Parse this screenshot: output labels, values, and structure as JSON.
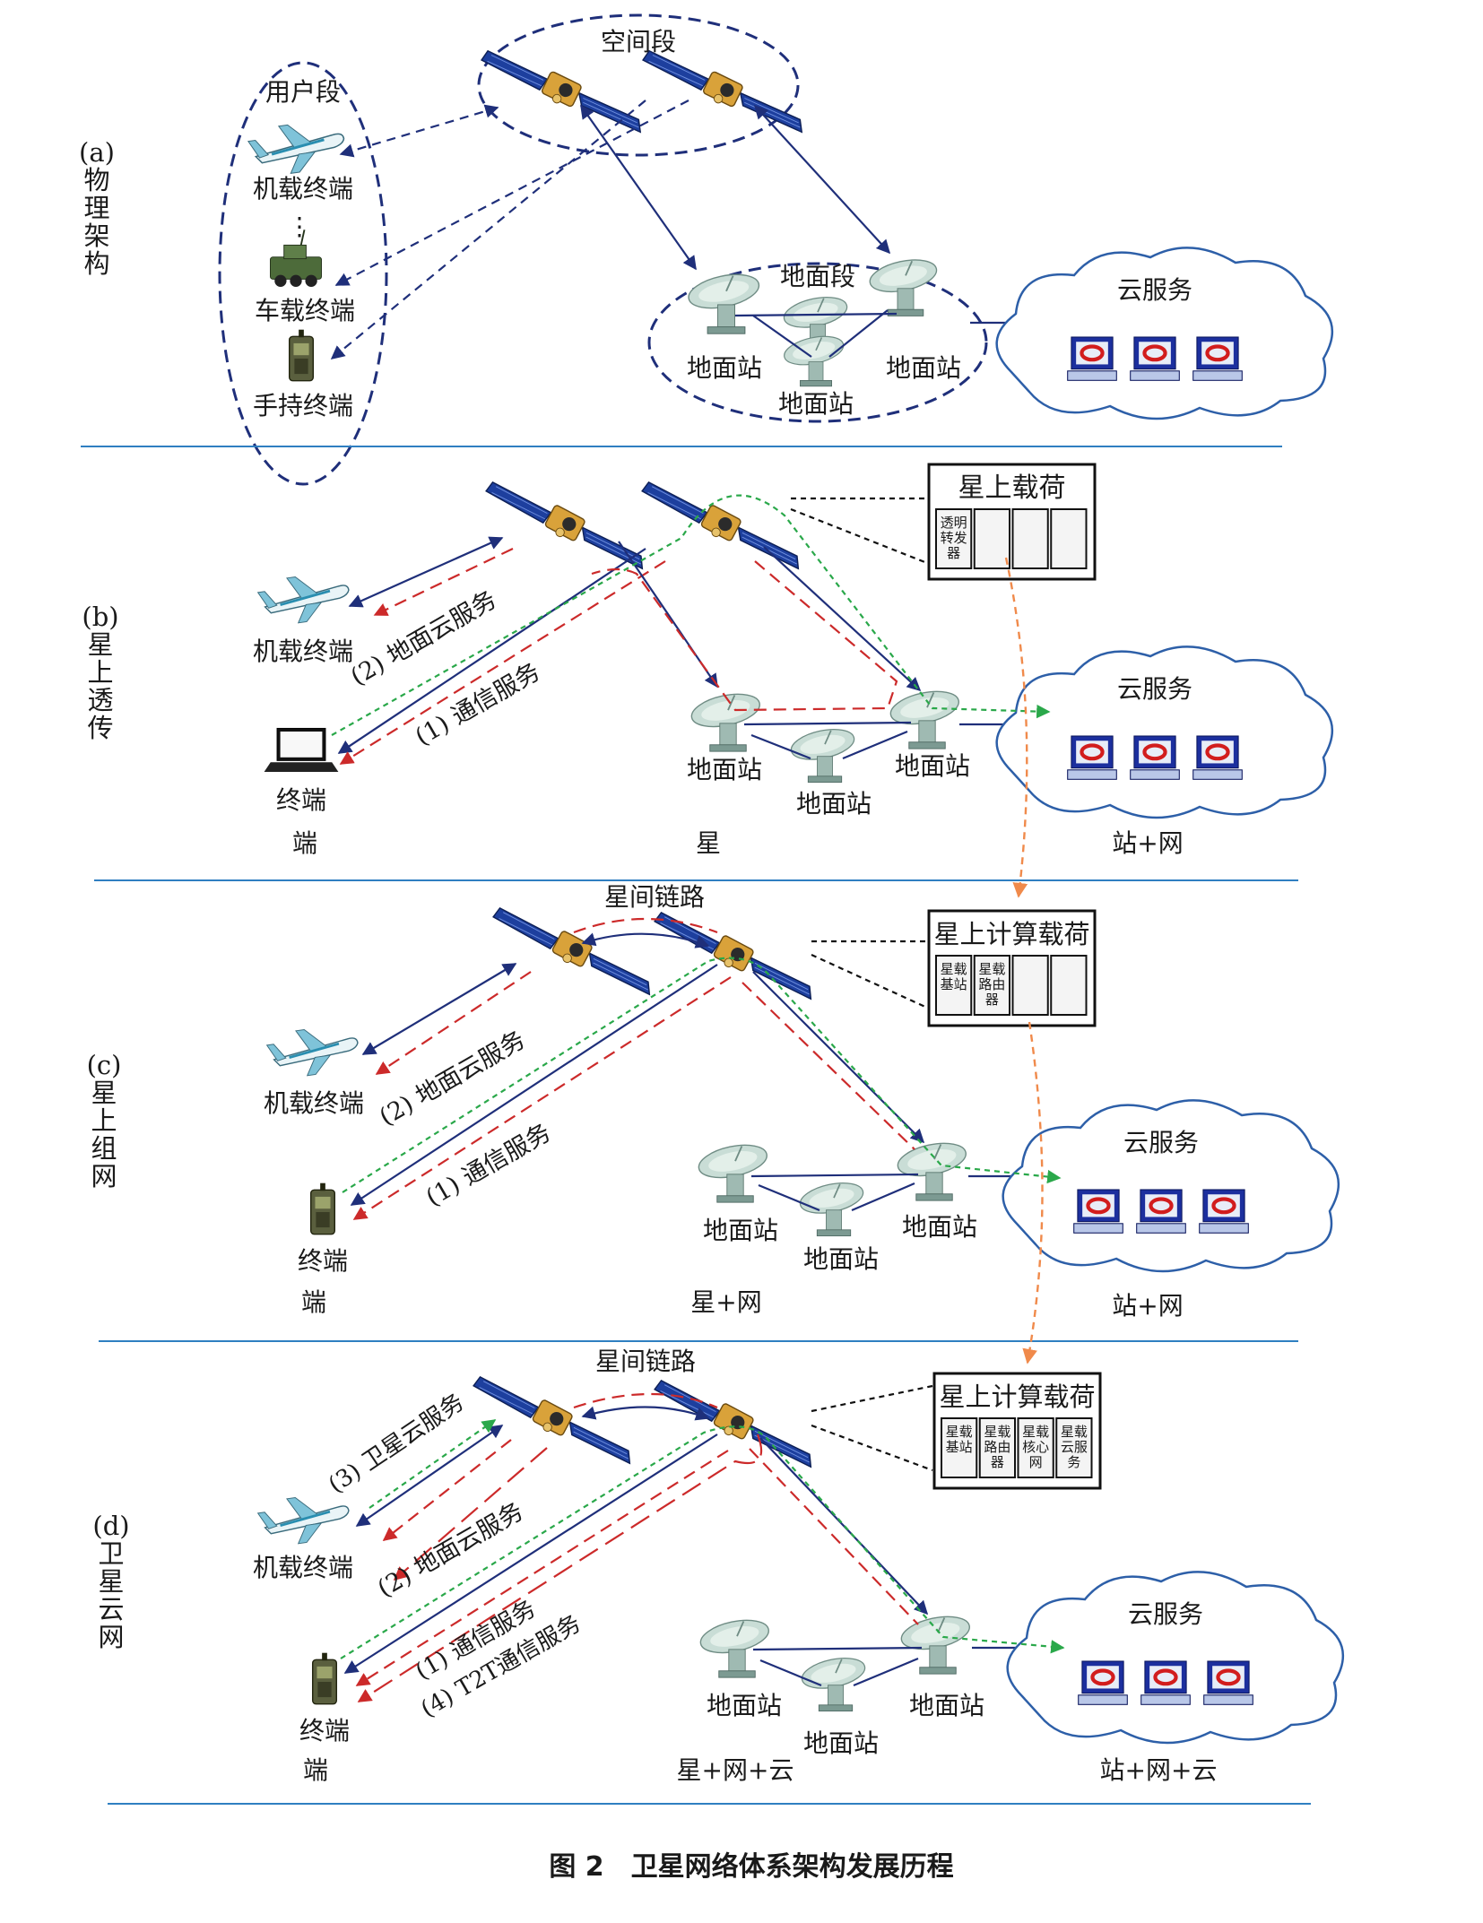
{
  "caption": "图 2　卫星网络体系架构发展历程",
  "colors": {
    "solid_link": "#1f2f7a",
    "comm_service": "#cc2a2a",
    "cloud_service": "#2aa84a",
    "evolution_arrow": "#f08a4b",
    "separator": "#2f7fc1",
    "cloud_fill": "#ffffff",
    "cloud_stroke": "#2d5fa8"
  },
  "panel_a": {
    "side_label": [
      "(a)",
      "物",
      "理",
      "架",
      "构"
    ],
    "space_segment": "空间段",
    "user_segment": "用户段",
    "ground_segment": "地面段",
    "airborne": "机载终端",
    "dots": "⋮",
    "vehicle": "车载终端",
    "handheld": "手持终端",
    "station_left": "地面站",
    "station_right": "地面站",
    "station_bottom": "地面站",
    "cloud": "云服务"
  },
  "panel_b": {
    "side_label": [
      "(b)",
      "星",
      "上",
      "透",
      "传"
    ],
    "payload_title": "星上载荷",
    "payload_cells": [
      "透明转发器",
      "",
      "",
      ""
    ],
    "airborne": "机载终端",
    "terminal": "终端",
    "cloud_service": "(2) 地面云服务",
    "comm_service": "(1) 通信服务",
    "station_left": "地面站",
    "station_right": "地面站",
    "station_bottom": "地面站",
    "cloud": "云服务",
    "col_end": "端",
    "col_mid": "星",
    "col_right": "站+网"
  },
  "panel_c": {
    "side_label": [
      "(c)",
      "星",
      "上",
      "组",
      "网"
    ],
    "isl": "星间链路",
    "payload_title": "星上计算载荷",
    "payload_cells": [
      "星载基站",
      "星载路由器",
      "",
      ""
    ],
    "airborne": "机载终端",
    "terminal": "终端",
    "cloud_service": "(2) 地面云服务",
    "comm_service": "(1) 通信服务",
    "station_left": "地面站",
    "station_right": "地面站",
    "station_bottom": "地面站",
    "cloud": "云服务",
    "col_end": "端",
    "col_mid": "星+网",
    "col_right": "站+网"
  },
  "panel_d": {
    "side_label": [
      "(d)",
      "卫",
      "星",
      "云",
      "网"
    ],
    "isl": "星间链路",
    "payload_title": "星上计算载荷",
    "payload_cells": [
      "星载基站",
      "星载路由器",
      "星载核心网",
      "星载云服务"
    ],
    "airborne": "机载终端",
    "terminal": "终端",
    "sat_cloud": "(3) 卫星云服务",
    "cloud_service": "(2) 地面云服务",
    "comm_service": "(1) 通信服务",
    "t2t_service": "(4) T2T通信服务",
    "station_left": "地面站",
    "station_right": "地面站",
    "station_bottom": "地面站",
    "cloud": "云服务",
    "col_end": "端",
    "col_mid": "星+网+云",
    "col_right": "站+网+云"
  }
}
